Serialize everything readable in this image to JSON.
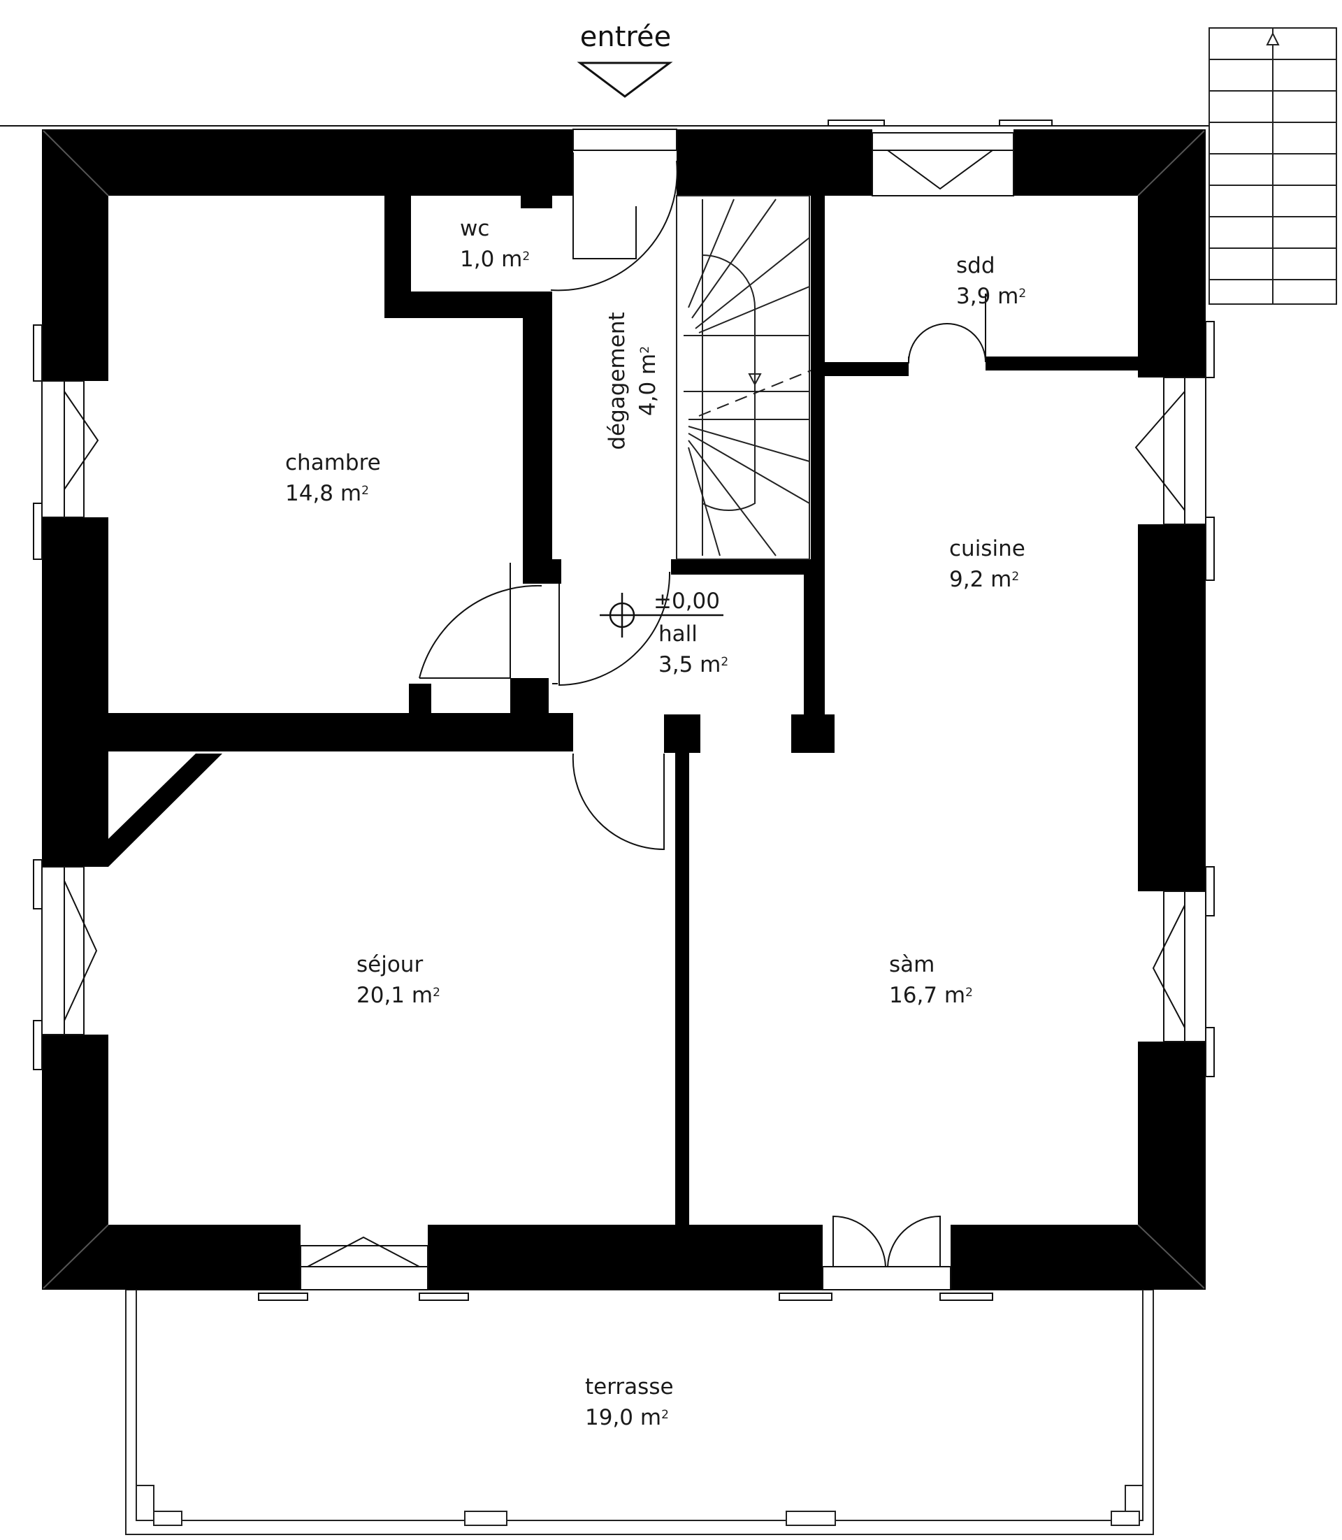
{
  "entrance_label": "entrée",
  "level_marker": "±0,00",
  "area_unit": "m",
  "area_exponent": "2",
  "rooms": [
    {
      "id": "wc",
      "name": "wc",
      "area": "1,0"
    },
    {
      "id": "sdd",
      "name": "sdd",
      "area": "3,9"
    },
    {
      "id": "degagement",
      "name": "dégagement",
      "area": "4,0"
    },
    {
      "id": "chambre",
      "name": "chambre",
      "area": "14,8"
    },
    {
      "id": "cuisine",
      "name": "cuisine",
      "area": "9,2"
    },
    {
      "id": "hall",
      "name": "hall",
      "area": "3,5"
    },
    {
      "id": "sejour",
      "name": "séjour",
      "area": "20,1"
    },
    {
      "id": "sam",
      "name": "sàm",
      "area": "16,7"
    },
    {
      "id": "terrasse",
      "name": "terrasse",
      "area": "19,0"
    }
  ],
  "colors": {
    "wall": "#000000",
    "line": "#111111",
    "background": "#ffffff"
  }
}
